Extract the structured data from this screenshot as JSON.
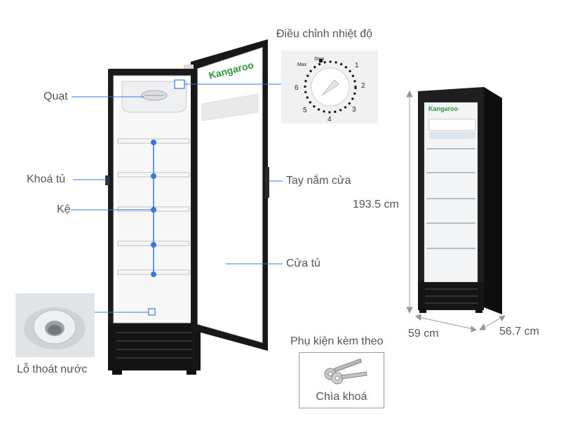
{
  "diagram": {
    "labels": {
      "fan": "Quạt",
      "lock": "Khoá tủ",
      "shelf": "Kệ",
      "drain": "Lỗ thoát nước",
      "thermostat": "Điều chỉnh nhiệt độ",
      "handle": "Tay nắm cửa",
      "door": "Cửa tủ",
      "accessory": "Phụ kiện kèm theo",
      "key": "Chìa khoá"
    },
    "brand": "Kangaroo",
    "dial": {
      "stop": "Stop",
      "max": "Max",
      "numbers": [
        "1",
        "2",
        "3",
        "4",
        "5",
        "6"
      ]
    },
    "dimensions": {
      "height": "193.5 cm",
      "width": "59 cm",
      "depth": "56.7 cm"
    },
    "colors": {
      "accent": "#2f7be0",
      "cabinet": "#1b1b1b",
      "label": "#555555"
    }
  }
}
